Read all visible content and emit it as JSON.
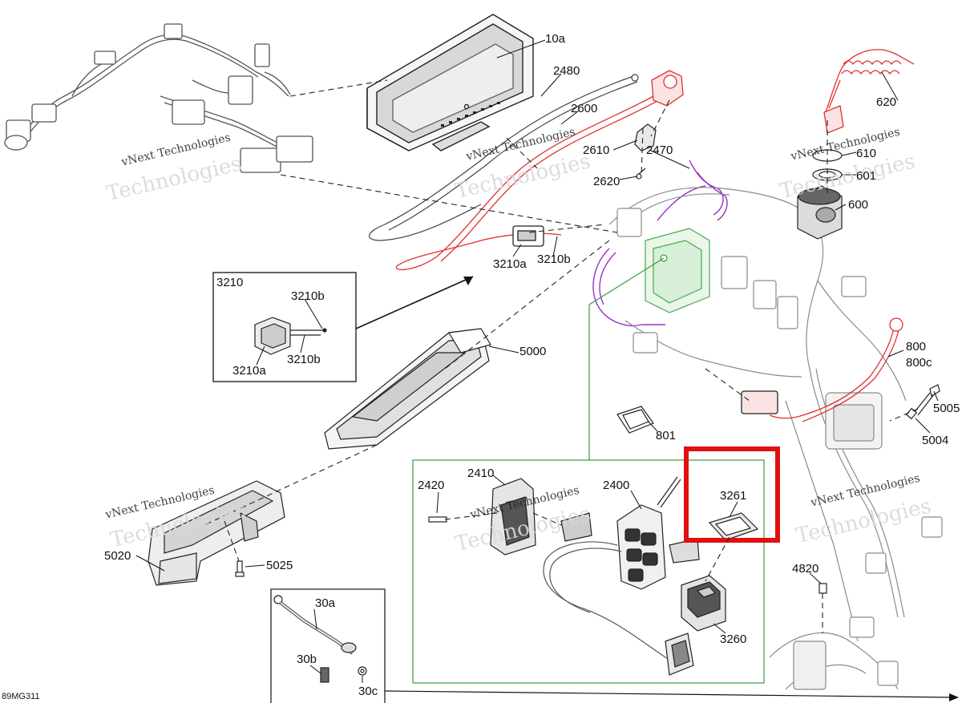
{
  "diagram_ref": "89MG311",
  "watermark": {
    "line1": "vNext Technologies",
    "line2": "Technologies"
  },
  "highlight_color": "#e01010",
  "wire_colors": {
    "red": "#e03030",
    "purple": "#9a30c8",
    "green": "#4aaa4a",
    "detail_frame": "#3a9a3a"
  },
  "callouts": {
    "c10a": "10a",
    "c2480": "2480",
    "c2600": "2600",
    "c2610": "2610",
    "c2620": "2620",
    "c2470": "2470",
    "c620": "620",
    "c610": "610",
    "c601": "601",
    "c600": "600",
    "c3210": "3210",
    "c3210b_top": "3210b",
    "c3210b_bottom": "3210b",
    "c3210a_box": "3210a",
    "c3210a": "3210a",
    "c3210b": "3210b",
    "c5000": "5000",
    "c800": "800",
    "c800c": "800c",
    "c801": "801",
    "c5005": "5005",
    "c5004": "5004",
    "c2420": "2420",
    "c2410": "2410",
    "c2400": "2400",
    "c3261": "3261",
    "c3260": "3260",
    "c5020": "5020",
    "c5025": "5025",
    "c4820": "4820",
    "c30a": "30a",
    "c30b": "30b",
    "c30c": "30c"
  }
}
